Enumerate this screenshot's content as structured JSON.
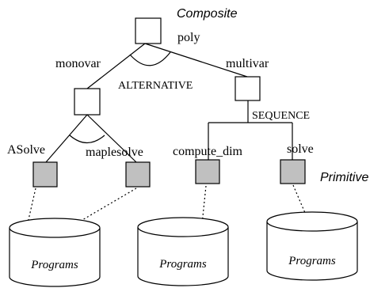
{
  "legend": {
    "composite": "Composite",
    "primitive": "Primitive"
  },
  "nodes": {
    "poly": "poly",
    "monovar": "monovar",
    "multivar": "multivar",
    "asolve": "ASolve",
    "maplesolve": "maplesolve",
    "compute_dim": "compute_dim",
    "solve": "solve"
  },
  "relations": {
    "alternative": "ALTERNATIVE",
    "sequence": "SEQUENCE"
  },
  "databases": [
    {
      "label": "Programs"
    },
    {
      "label": "Programs"
    },
    {
      "label": "Programs"
    }
  ],
  "colors": {
    "primitive_fill": "#c0c0c0",
    "composite_fill": "#ffffff",
    "stroke": "#000000"
  }
}
